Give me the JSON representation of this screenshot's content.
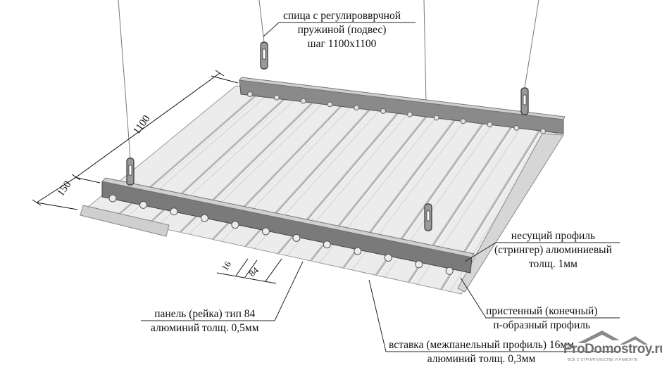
{
  "labels": {
    "hanger": [
      "спица с регулировврчной",
      "пружиной (подвес)",
      "шаг 1100x1100"
    ],
    "stringer": [
      "несущий профиль",
      "(стрингер) алюминиевый",
      "толщ. 1мм"
    ],
    "wall_profile": [
      "пристенный (конечный)",
      "п-образный профиль"
    ],
    "panel": [
      "панель (рейка) тип 84",
      "алюминий толщ. 0,5мм"
    ],
    "insert": [
      "вставка (межпанельный профиль) 16мм",
      "алюминий толщ. 0,3мм"
    ]
  },
  "dimensions": {
    "length": "1100",
    "offset": "150",
    "insert_width": "16",
    "panel_width": "84"
  },
  "watermark": {
    "name": "ProDomostroy.ru",
    "tagline": "ВСЁ О СТРОИТЕЛЬСТВЕ И РЕМОНТЕ"
  },
  "colors": {
    "panel": "#e9e9e9",
    "rail": "#b8b8b8",
    "stringer": "#7a7a7a",
    "line": "#111111"
  }
}
